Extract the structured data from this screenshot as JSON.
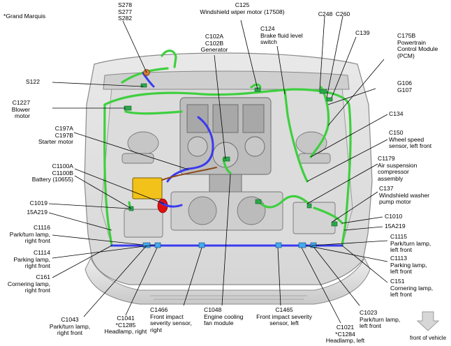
{
  "note": "*Grand Marquis",
  "footer": "front of vehicle",
  "arrow_icon": "down-arrow-icon",
  "colors": {
    "harness_green": "#3fcf3f",
    "harness_blue": "#3a3af0",
    "battery_yellow": "#f2c21a",
    "battery_red": "#e01010",
    "engine_grey": "#9a9a9a"
  },
  "labels": [
    {
      "id": "s278",
      "lines": [
        "S278",
        "S277",
        "S282"
      ]
    },
    {
      "id": "c125",
      "lines": [
        "C125",
        "Windshield wiper motor (17508)"
      ]
    },
    {
      "id": "c248",
      "lines": [
        "C248"
      ]
    },
    {
      "id": "c260",
      "lines": [
        "C260"
      ]
    },
    {
      "id": "c124",
      "lines": [
        "C124",
        "Brake fluid level",
        "switch"
      ]
    },
    {
      "id": "c139",
      "lines": [
        "C139"
      ]
    },
    {
      "id": "c175b",
      "lines": [
        "C175B",
        "Powertrain",
        "Control Module",
        "(PCM)"
      ]
    },
    {
      "id": "c102a",
      "lines": [
        "C102A",
        "C102B",
        "Generator"
      ]
    },
    {
      "id": "s122",
      "lines": [
        "S122"
      ]
    },
    {
      "id": "g106",
      "lines": [
        "G106",
        "G107"
      ]
    },
    {
      "id": "c1227",
      "lines": [
        "C1227",
        "Blower",
        "motor"
      ]
    },
    {
      "id": "c134",
      "lines": [
        "C134"
      ]
    },
    {
      "id": "c197a",
      "lines": [
        "C197A",
        "C197B",
        "Starter motor"
      ]
    },
    {
      "id": "c150",
      "lines": [
        "C150",
        "Wheel speed",
        "sensor, left front"
      ]
    },
    {
      "id": "c1179",
      "lines": [
        "C1179",
        "Air suspension",
        "compressor",
        "assembly"
      ]
    },
    {
      "id": "c1100a",
      "lines": [
        "C1100A",
        "C1100B",
        "Battery (10655)"
      ]
    },
    {
      "id": "c137",
      "lines": [
        "C137",
        "Windshield washer",
        "pump motor"
      ]
    },
    {
      "id": "c1019",
      "lines": [
        "C1019"
      ]
    },
    {
      "id": "c15a219l",
      "lines": [
        "15A219"
      ]
    },
    {
      "id": "c1010",
      "lines": [
        "C1010"
      ]
    },
    {
      "id": "c15a219r",
      "lines": [
        "15A219"
      ]
    },
    {
      "id": "c1116",
      "lines": [
        "C1116",
        "Park/turn lamp,",
        "right front"
      ]
    },
    {
      "id": "c1115",
      "lines": [
        "C1115",
        "Park/turn lamp,",
        "left front"
      ]
    },
    {
      "id": "c1114",
      "lines": [
        "C1114",
        "Parking lamp,",
        "right front"
      ]
    },
    {
      "id": "c1113",
      "lines": [
        "C1113",
        "Parking lamp,",
        "left front"
      ]
    },
    {
      "id": "c161",
      "lines": [
        "C161",
        "Cornering lamp,",
        "right front"
      ]
    },
    {
      "id": "c151",
      "lines": [
        "C151",
        "Cornering lamp,",
        "left front"
      ]
    },
    {
      "id": "c1043",
      "lines": [
        "C1043",
        "Park/turn lamp,",
        "right front"
      ]
    },
    {
      "id": "c1041",
      "lines": [
        "C1041",
        "*C1285",
        "Headlamp, right"
      ]
    },
    {
      "id": "c1466",
      "lines": [
        "C1466",
        "Front impact",
        "severity sensor,",
        "right"
      ]
    },
    {
      "id": "c1048",
      "lines": [
        "C1048",
        "Engine cooling",
        "fan module"
      ]
    },
    {
      "id": "c1465",
      "lines": [
        "C1465",
        "Front impact severity",
        "sensor, left"
      ]
    },
    {
      "id": "c1023",
      "lines": [
        "C1023",
        "Park/turn lamp,",
        "left front"
      ]
    },
    {
      "id": "c1021",
      "lines": [
        "C1021",
        "*C1284",
        "Headlamp, left"
      ]
    }
  ]
}
